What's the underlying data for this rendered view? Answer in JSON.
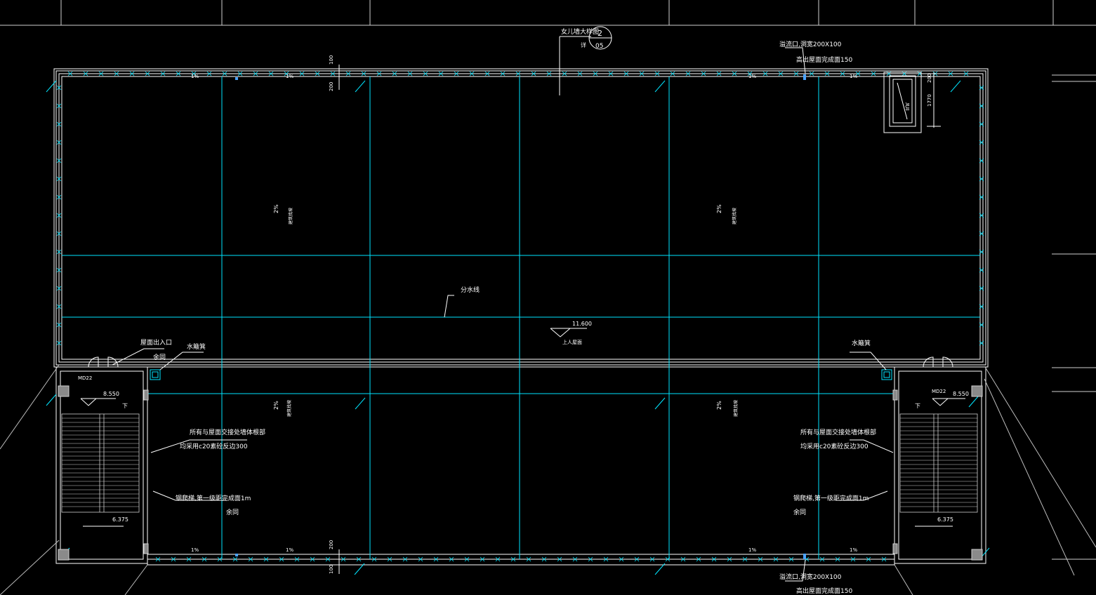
{
  "title_callout": {
    "label": "女儿墙大样图",
    "sub": "详",
    "circle_top": "2",
    "circle_bottom": "05"
  },
  "notes": {
    "overflow_top": "溢流口,洞宽200X100",
    "overflow_top_2": "高出屋面完成面150",
    "overflow_bottom": "溢流口,洞宽200X100",
    "overflow_bottom_2": "高出屋面完成面150",
    "roof_exit": "屋面出入口",
    "roof_exit_sub": "余同",
    "water_collector_left": "水簸箕",
    "water_collector_right": "水簸箕",
    "divide_ridge": "分水线",
    "elevation_center": "11.600",
    "elevation_center_sub": "上人屋面",
    "wall_note_left_1": "所有与屋面交接处墙体根部",
    "wall_note_left_2": "均采用c20素砼反边300",
    "wall_note_right_1": "所有与屋面交接处墙体根部",
    "wall_note_right_2": "均采用c20素砼反边300",
    "ladder_left_1": "钢爬梯,第一级距完成面1m",
    "ladder_left_2": "余同",
    "ladder_right_1": "钢爬梯,第一级距完成面1m",
    "ladder_right_2": "余同",
    "door_left": "MD22",
    "door_right": "MD22",
    "down_left": "下",
    "down_right": "下",
    "stair_elev_top_left": "8.550",
    "stair_elev_top_right": "8.550",
    "stair_elev_bottom_left": "6.375",
    "stair_elev_bottom_right": "6.375",
    "shaft": "风井",
    "slope_label": "2%",
    "slope_sub": "建筑找坡",
    "slope_label_small": "1%",
    "dim_100": "100",
    "dim_200": "200",
    "dim_1770": "1770"
  },
  "colors": {
    "background": "#000000",
    "grid_lines": "#00e5ff",
    "text": "#ffffff",
    "walls": "#ffffff"
  }
}
